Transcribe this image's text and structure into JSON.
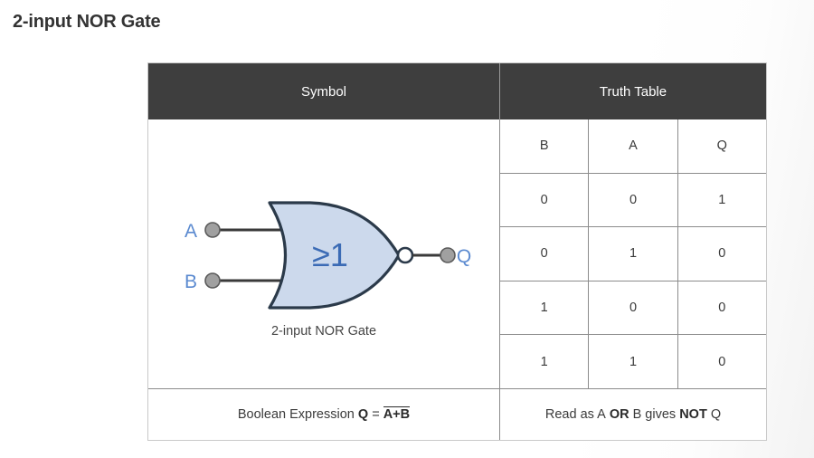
{
  "page": {
    "title": "2-input NOR Gate",
    "background_color": "#ffffff"
  },
  "card": {
    "header": {
      "symbol_label": "Symbol",
      "truth_table_label": "Truth Table",
      "background_color": "#3e3e3e",
      "text_color": "#ffffff"
    },
    "symbol": {
      "caption": "2-input NOR Gate",
      "input_a_label": "A",
      "input_b_label": "B",
      "output_label": "Q",
      "gate_body_text": "≥1",
      "gate_fill_color": "#ccd9ec",
      "gate_stroke_color": "#2b3a4a",
      "pin_label_color": "#5b8ad0",
      "pin_fill_color": "#a0a0a0",
      "pin_stroke_color": "#5a5a5a",
      "wire_color": "#3a3a3a",
      "body_text_color": "#3b6bb5",
      "bubble_fill_color": "#ffffff"
    },
    "truth_table": {
      "headers": [
        "B",
        "A",
        "Q"
      ],
      "rows": [
        [
          "0",
          "0",
          "1"
        ],
        [
          "0",
          "1",
          "0"
        ],
        [
          "1",
          "0",
          "0"
        ],
        [
          "1",
          "1",
          "0"
        ]
      ]
    },
    "footer": {
      "expression_prefix": "Boolean Expression",
      "expression_q": "Q",
      "expression_equals": "=",
      "expression_overlined": "A+B",
      "read_as_part1": "Read as A",
      "read_as_or": "OR",
      "read_as_part2": "B gives",
      "read_as_not": "NOT",
      "read_as_part3": "Q"
    }
  }
}
